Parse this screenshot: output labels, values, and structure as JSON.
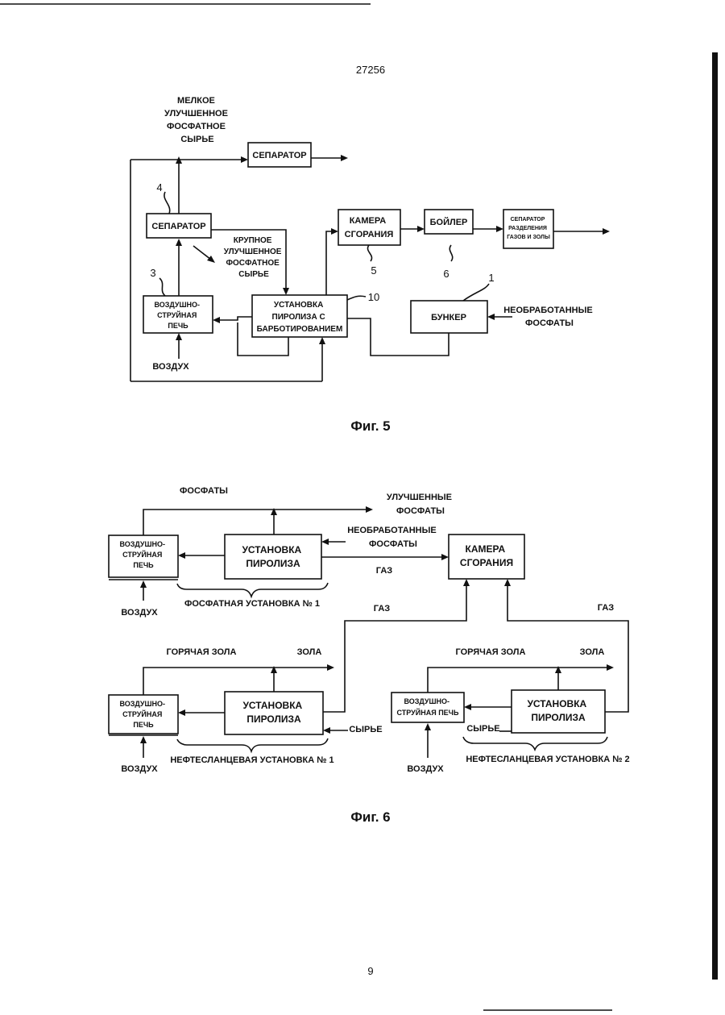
{
  "page_header": "27256",
  "page_number": "9",
  "fig5": {
    "caption": "Фиг. 5",
    "fine_product": [
      "МЕЛКОЕ",
      "УЛУЧШЕННОЕ",
      "ФОСФАТНОЕ",
      "СЫРЬЕ"
    ],
    "separator_top": "СЕПАРАТОР",
    "separator_4": "СЕПАРАТОР",
    "coarse_product": [
      "КРУПНОЕ",
      "УЛУЧШЕННОЕ",
      "ФОСФАТНОЕ",
      "СЫРЬЕ"
    ],
    "air_jet_furnace": [
      "ВОЗДУШНО-",
      "СТРУЙНАЯ",
      "ПЕЧЬ"
    ],
    "pyrolysis_unit": [
      "УСТАНОВКА",
      "ПИРОЛИЗА С",
      "БАРБОТИРОВАНИЕМ"
    ],
    "combustion_chamber": [
      "КАМЕРА",
      "СГОРАНИЯ"
    ],
    "boiler": "БОЙЛЕР",
    "gas_ash_separator": [
      "СЕПАРАТОР",
      "РАЗДЕЛЕНИЯ",
      "ГАЗОВ И ЗОЛЫ"
    ],
    "bunker": "БУНКЕР",
    "raw_phosphates": [
      "НЕОБРАБОТАННЫЕ",
      "ФОСФАТЫ"
    ],
    "air": "ВОЗДУХ",
    "ref_1": "1",
    "ref_3": "3",
    "ref_4": "4",
    "ref_5": "5",
    "ref_6": "6",
    "ref_10": "10"
  },
  "fig6": {
    "caption": "Фиг. 6",
    "phosphates": "ФОСФАТЫ",
    "improved_phosphates": [
      "УЛУЧШЕННЫЕ",
      "ФОСФАТЫ"
    ],
    "raw_phosphates": [
      "НЕОБРАБОТАННЫЕ",
      "ФОСФАТЫ"
    ],
    "furnace_top": [
      "ВОЗДУШНО-",
      "СТРУЙНАЯ",
      "ПЕЧЬ"
    ],
    "pyrolysis_top": [
      "УСТАНОВКА",
      "ПИРОЛИЗА"
    ],
    "combustion_chamber": [
      "КАМЕРА",
      "СГОРАНИЯ"
    ],
    "gas_1": "ГАЗ",
    "gas_2": "ГАЗ",
    "gas_3": "ГАЗ",
    "phosphate_plant_1": "ФОСФАТНАЯ УСТАНОВКА № 1",
    "air_top": "ВОЗДУХ",
    "hot_ash_left": "ГОРЯЧАЯ ЗОЛА",
    "ash_left": "ЗОЛА",
    "hot_ash_right": "ГОРЯЧАЯ ЗОЛА",
    "ash_right": "ЗОЛА",
    "furnace_left": [
      "ВОЗДУШНО-",
      "СТРУЙНАЯ",
      "ПЕЧЬ"
    ],
    "pyrolysis_left": [
      "УСТАНОВКА",
      "ПИРОЛИЗА"
    ],
    "feed_left": "СЫРЬЕ",
    "shale_plant_1": "НЕФТЕСЛАНЦЕВАЯ УСТАНОВКА № 1",
    "air_left": "ВОЗДУХ",
    "furnace_right": [
      "ВОЗДУШНО-",
      "СТРУЙНАЯ ПЕЧЬ"
    ],
    "pyrolysis_right": [
      "УСТАНОВКА",
      "ПИРОЛИЗА"
    ],
    "feed_right": "СЫРЬЕ",
    "shale_plant_2": "НЕФТЕСЛАНЦЕВАЯ УСТАНОВКА № 2",
    "air_right": "ВОЗДУХ"
  }
}
